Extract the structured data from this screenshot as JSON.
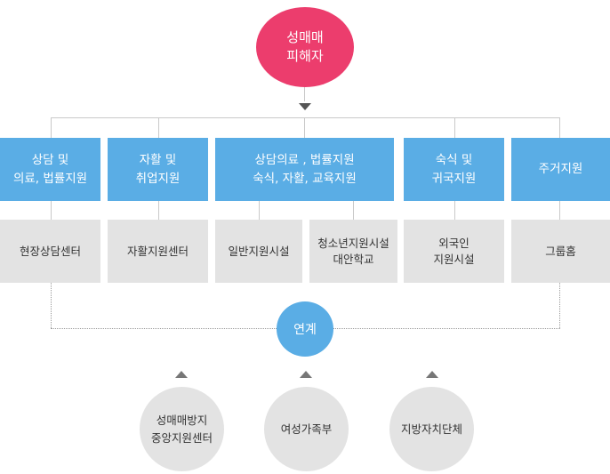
{
  "root": {
    "lines": [
      "성매매",
      "피해자"
    ]
  },
  "categories": [
    {
      "lines": [
        "상담 및",
        "의료, 법률지원"
      ]
    },
    {
      "lines": [
        "자활 및",
        "취업지원"
      ]
    },
    {
      "lines": [
        "상담의료 , 법률지원",
        "숙식, 자활, 교육지원"
      ]
    },
    {
      "lines": [
        "숙식 및",
        "귀국지원"
      ]
    },
    {
      "lines": [
        "주거지원"
      ]
    }
  ],
  "facilities": [
    {
      "lines": [
        "현장상담센터"
      ]
    },
    {
      "lines": [
        "자활지원센터"
      ]
    },
    {
      "lines": [
        "일반지원시설"
      ]
    },
    {
      "lines": [
        "청소년지원시설",
        "대안학교"
      ]
    },
    {
      "lines": [
        "외국인",
        "지원시설"
      ]
    },
    {
      "lines": [
        "그룹홈"
      ]
    }
  ],
  "link": {
    "label": "연계"
  },
  "organizations": [
    {
      "lines": [
        "성매매방지",
        "중앙지원센터"
      ]
    },
    {
      "lines": [
        "여성가족부"
      ]
    },
    {
      "lines": [
        "지방자치단체"
      ]
    }
  ],
  "colors": {
    "root": "#ec3d6d",
    "category": "#5aade5",
    "facility": "#e3e3e3",
    "link": "#5aade5"
  }
}
